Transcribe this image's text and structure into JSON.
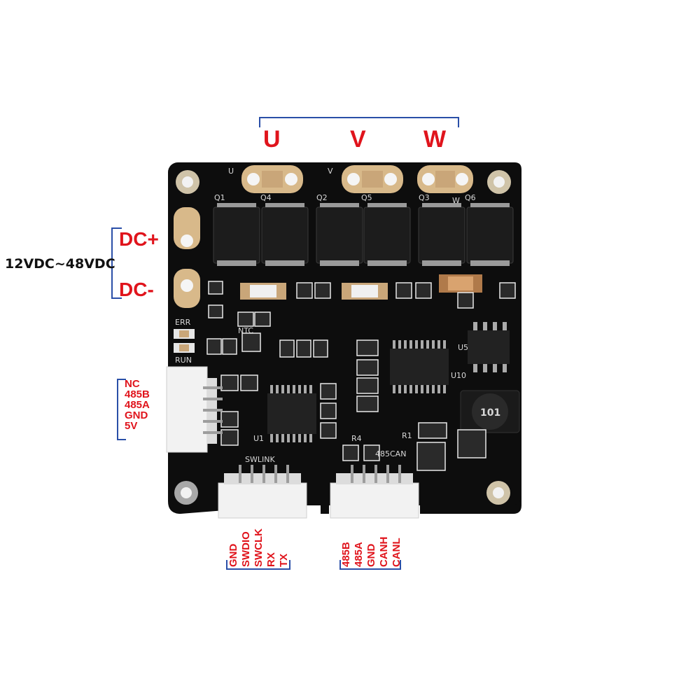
{
  "phase_labels": [
    "U",
    "V",
    "W"
  ],
  "power": {
    "dc_plus": "DC+",
    "dc_minus": "DC-",
    "voltage_range": "12VDC~48VDC"
  },
  "left_connector_pins": [
    "NC",
    "485B",
    "485A",
    "GND",
    "5V"
  ],
  "swlink_pins": [
    "GND",
    "SWDIO",
    "SWCLK",
    "RX",
    "TX"
  ],
  "can485_pins": [
    "485B",
    "485A",
    "GND",
    "CANH",
    "CANL"
  ],
  "silkscreen": {
    "q1": "Q1",
    "q4": "Q4",
    "q2": "Q2",
    "q5": "Q5",
    "q3": "Q3",
    "q6": "Q6",
    "u": "U",
    "v": "V",
    "w": "W",
    "err": "ERR",
    "run": "RUN",
    "ntc": "NTC",
    "swlink": "SWLINK",
    "can": "485CAN",
    "u5": "U5",
    "u10": "U10",
    "u1": "U1",
    "r4": "R4",
    "r1": "R1",
    "inductor": "101"
  },
  "colors": {
    "annotation_red": "#e0141c",
    "bracket_blue": "#2a4fa8",
    "pcb_black": "#0d0d0d",
    "pad_gold": "#d8b98a"
  }
}
